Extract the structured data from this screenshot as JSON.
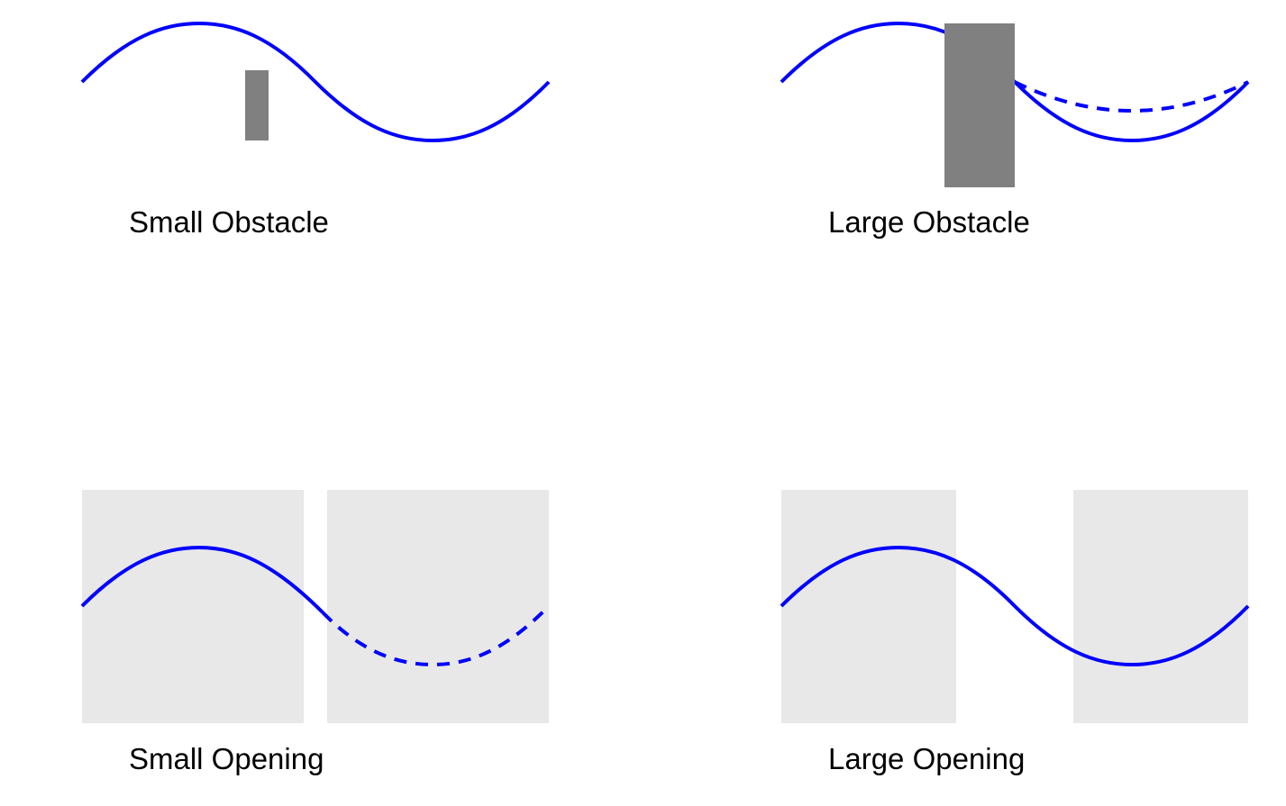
{
  "colors": {
    "wave": "#0000ff",
    "obstacle": "#808080",
    "barrier": "#e8e8e8",
    "background": "#ffffff",
    "text": "#000000"
  },
  "panels": {
    "small_obstacle": {
      "label": "Small Obstacle"
    },
    "large_obstacle": {
      "label": "Large Obstacle"
    },
    "small_opening": {
      "label": "Small Opening"
    },
    "large_opening": {
      "label": "Large Opening"
    }
  }
}
